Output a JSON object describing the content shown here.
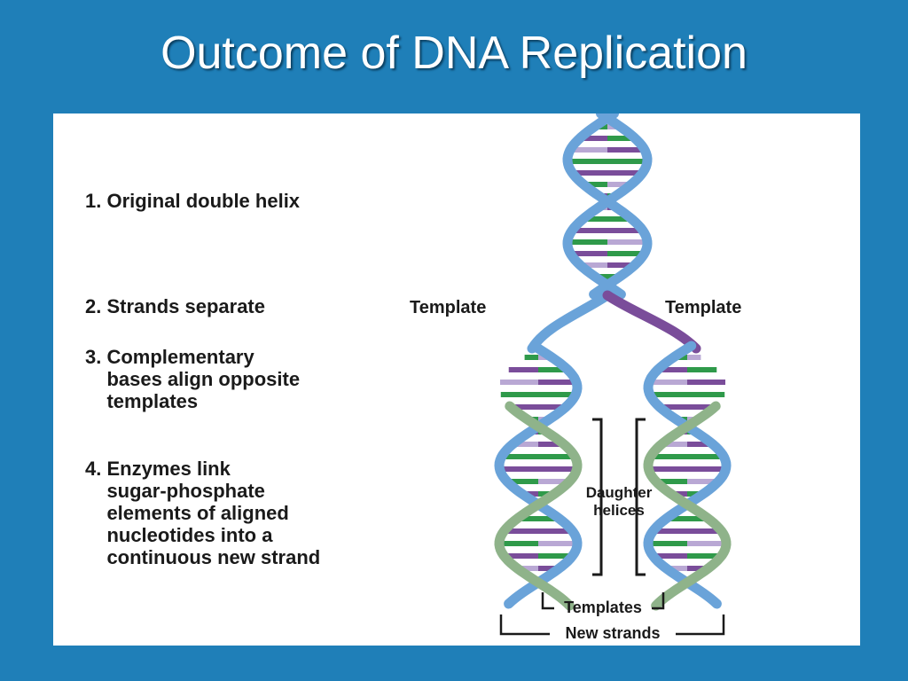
{
  "slide": {
    "title": "Outcome of DNA Replication"
  },
  "steps": [
    "1. Original double helix",
    "2. Strands separate",
    "3. Complementary\n    bases align opposite\n    templates",
    "4. Enzymes link\n    sugar-phosphate\n    elements of aligned\n    nucleotides into a\n    continuous new strand"
  ],
  "diagram": {
    "template_left": "Template",
    "template_right": "Template",
    "daughter_helices": [
      "Daughter",
      "helices"
    ],
    "templates": "Templates",
    "new_strands": "New strands"
  },
  "colors": {
    "background": "#1f7fb8",
    "old_strand": "#6aa3d9",
    "new_strand": "#8fb38a",
    "base_green": "#2f9a4a",
    "base_purple": "#7a4d9a",
    "base_lilac": "#b9a8d4"
  }
}
